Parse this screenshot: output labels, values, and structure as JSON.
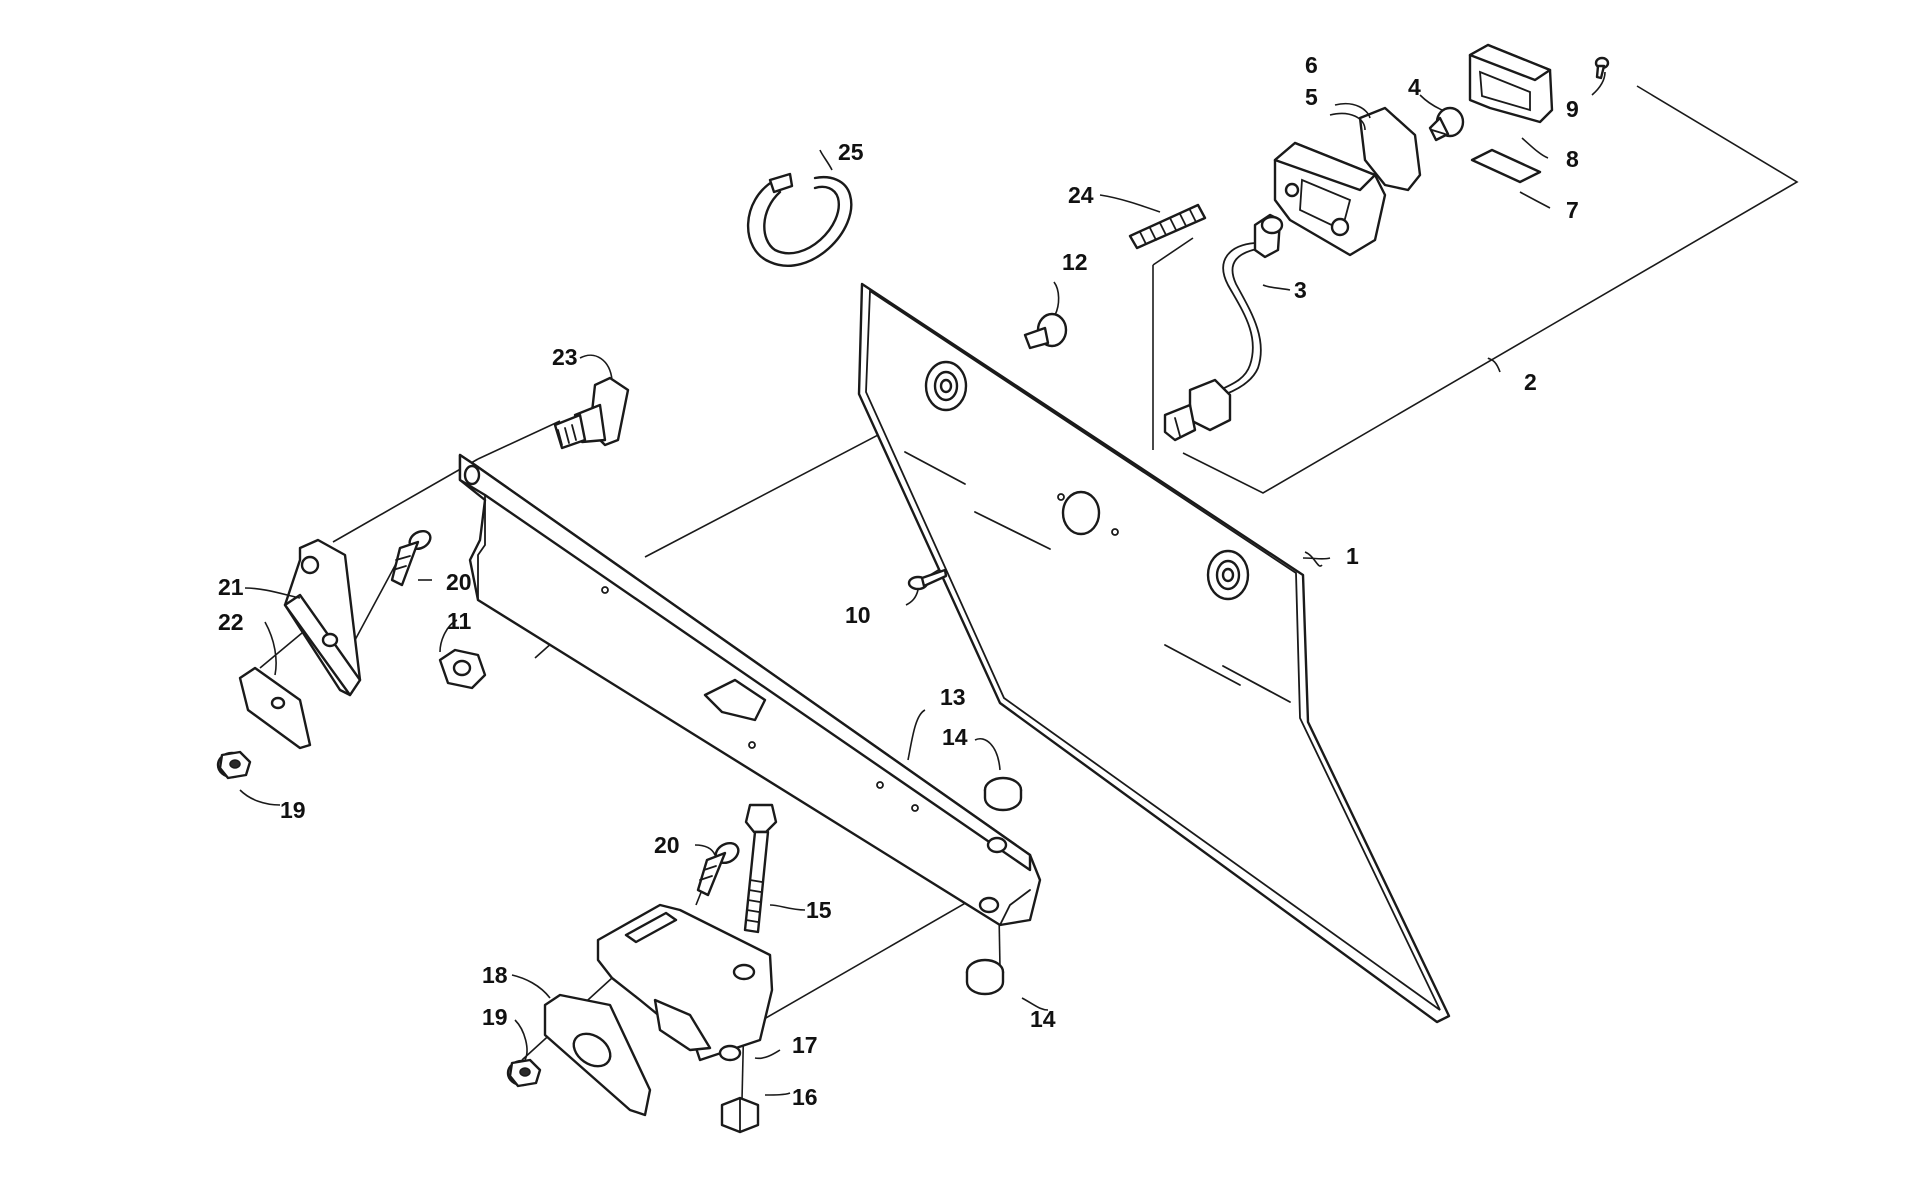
{
  "diagram": {
    "colors": {
      "line": "#1a1a1a",
      "background": "#ffffff"
    },
    "callouts": [
      {
        "id": "c1",
        "text": "1"
      },
      {
        "id": "c2",
        "text": "2"
      },
      {
        "id": "c3",
        "text": "3"
      },
      {
        "id": "c4",
        "text": "4"
      },
      {
        "id": "c5",
        "text": "5"
      },
      {
        "id": "c6",
        "text": "6"
      },
      {
        "id": "c7",
        "text": "7"
      },
      {
        "id": "c8",
        "text": "8"
      },
      {
        "id": "c9",
        "text": "9"
      },
      {
        "id": "c10",
        "text": "10"
      },
      {
        "id": "c11",
        "text": "11"
      },
      {
        "id": "c12",
        "text": "12"
      },
      {
        "id": "c13",
        "text": "13"
      },
      {
        "id": "c14a",
        "text": "14"
      },
      {
        "id": "c14b",
        "text": "14"
      },
      {
        "id": "c15",
        "text": "15"
      },
      {
        "id": "c16",
        "text": "16"
      },
      {
        "id": "c17",
        "text": "17"
      },
      {
        "id": "c18",
        "text": "18"
      },
      {
        "id": "c19a",
        "text": "19"
      },
      {
        "id": "c19b",
        "text": "19"
      },
      {
        "id": "c20a",
        "text": "20"
      },
      {
        "id": "c20b",
        "text": "20"
      },
      {
        "id": "c21",
        "text": "21"
      },
      {
        "id": "c22",
        "text": "22"
      },
      {
        "id": "c23",
        "text": "23"
      },
      {
        "id": "c24",
        "text": "24"
      },
      {
        "id": "c25",
        "text": "25"
      }
    ]
  }
}
